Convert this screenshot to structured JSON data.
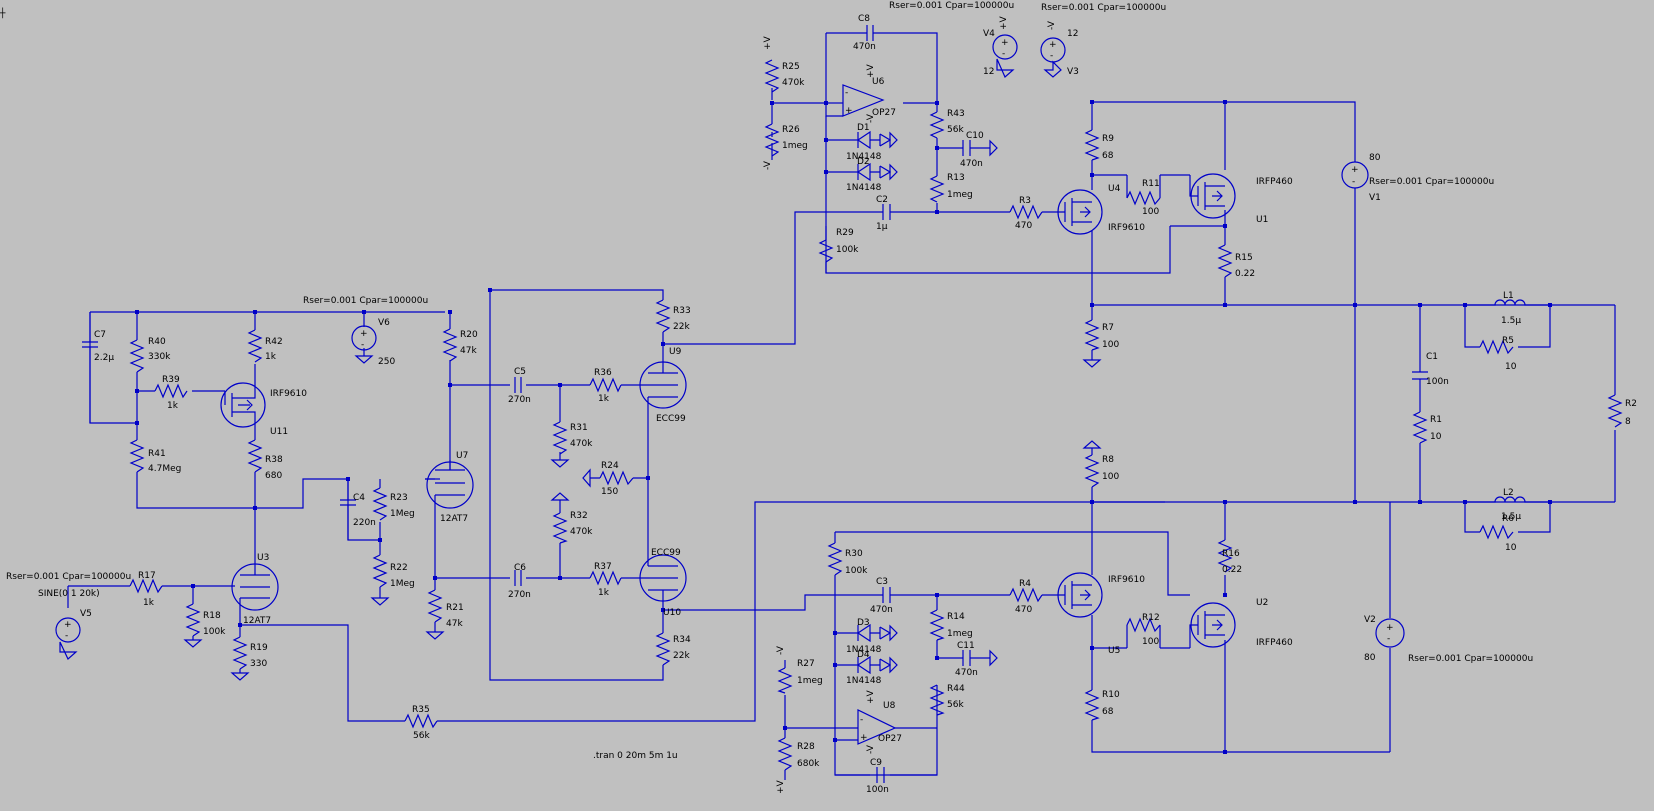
{
  "corner": "┼",
  "directive": ".tran 0 20m 5m 1u",
  "resistors": [
    {
      "name": "R40",
      "value": "330k"
    },
    {
      "name": "R42",
      "value": "1k"
    },
    {
      "name": "R39",
      "value": "1k"
    },
    {
      "name": "R41",
      "value": "4.7Meg"
    },
    {
      "name": "R38",
      "value": "680"
    },
    {
      "name": "R20",
      "value": "47k"
    },
    {
      "name": "R23",
      "value": "1Meg"
    },
    {
      "name": "R22",
      "value": "1Meg"
    },
    {
      "name": "R17",
      "value": "1k"
    },
    {
      "name": "R18",
      "value": "100k"
    },
    {
      "name": "R19",
      "value": "330"
    },
    {
      "name": "R21",
      "value": "47k"
    },
    {
      "name": "R35",
      "value": "56k"
    },
    {
      "name": "R36",
      "value": "1k"
    },
    {
      "name": "R31",
      "value": "470k"
    },
    {
      "name": "R33",
      "value": "22k"
    },
    {
      "name": "R24",
      "value": "150"
    },
    {
      "name": "R32",
      "value": "470k"
    },
    {
      "name": "R37",
      "value": "1k"
    },
    {
      "name": "R34",
      "value": "22k"
    },
    {
      "name": "R25",
      "value": "470k"
    },
    {
      "name": "R26",
      "value": "1meg"
    },
    {
      "name": "R43",
      "value": "56k"
    },
    {
      "name": "R13",
      "value": "1meg"
    },
    {
      "name": "R29",
      "value": "100k"
    },
    {
      "name": "R3",
      "value": "470"
    },
    {
      "name": "R9",
      "value": "68"
    },
    {
      "name": "R11",
      "value": "100"
    },
    {
      "name": "R15",
      "value": "0.22"
    },
    {
      "name": "R7",
      "value": "100"
    },
    {
      "name": "R5",
      "value": "10"
    },
    {
      "name": "R1",
      "value": "10"
    },
    {
      "name": "R2",
      "value": "8"
    },
    {
      "name": "R6",
      "value": "10"
    },
    {
      "name": "R8",
      "value": "100"
    },
    {
      "name": "R16",
      "value": "0.22"
    },
    {
      "name": "R30",
      "value": "100k"
    },
    {
      "name": "R14",
      "value": "1meg"
    },
    {
      "name": "R4",
      "value": "470"
    },
    {
      "name": "R12",
      "value": "100"
    },
    {
      "name": "R27",
      "value": "1meg"
    },
    {
      "name": "R28",
      "value": "680k"
    },
    {
      "name": "R44",
      "value": "56k"
    },
    {
      "name": "R10",
      "value": "68"
    }
  ],
  "capacitors": [
    {
      "name": "C7",
      "value": "2.2µ"
    },
    {
      "name": "C4",
      "value": "220n"
    },
    {
      "name": "C5",
      "value": "270n"
    },
    {
      "name": "C6",
      "value": "270n"
    },
    {
      "name": "C8",
      "value": "470n"
    },
    {
      "name": "C10",
      "value": "470n"
    },
    {
      "name": "C2",
      "value": "1µ"
    },
    {
      "name": "C1",
      "value": "100n"
    },
    {
      "name": "C3",
      "value": "470n"
    },
    {
      "name": "C11",
      "value": "470n"
    },
    {
      "name": "C9",
      "value": "100n"
    }
  ],
  "inductors": [
    {
      "name": "L1",
      "value": "1.5µ"
    },
    {
      "name": "L2",
      "value": "1.5µ"
    }
  ],
  "diodes": [
    {
      "name": "D1",
      "value": "1N4148"
    },
    {
      "name": "D2",
      "value": "1N4148"
    },
    {
      "name": "D3",
      "value": "1N4148"
    },
    {
      "name": "D4",
      "value": "1N4148"
    }
  ],
  "transistors": [
    {
      "name": "U11",
      "model": "IRF9610"
    },
    {
      "name": "U4",
      "model": "IRF9610"
    },
    {
      "name": "U1",
      "model": "IRFP460"
    },
    {
      "name": "U5",
      "model": "IRF9610"
    },
    {
      "name": "U2",
      "model": "IRFP460"
    }
  ],
  "tubes": [
    {
      "name": "U3",
      "model": "12AT7"
    },
    {
      "name": "U7",
      "model": "12AT7"
    },
    {
      "name": "U9",
      "model": "ECC99"
    },
    {
      "name": "U10",
      "model": "ECC99"
    }
  ],
  "opamps": [
    {
      "name": "U6",
      "model": "OP27"
    },
    {
      "name": "U8",
      "model": "OP27"
    }
  ],
  "sources": [
    {
      "name": "V6",
      "value": "250",
      "param": "Rser=0.001 Cpar=100000u"
    },
    {
      "name": "V5",
      "value": "SINE(0 1 20k)",
      "param": "Rser=0.001 Cpar=100000u"
    },
    {
      "name": "V4",
      "value": "12",
      "param": "Rser=0.001 Cpar=100000u"
    },
    {
      "name": "V3",
      "value": "12",
      "param": "Rser=0.001 Cpar=100000u"
    },
    {
      "name": "V1",
      "value": "80",
      "param": "Rser=0.001 Cpar=100000u"
    },
    {
      "name": "V2",
      "value": "80",
      "param": "Rser=0.001 Cpar=100000u"
    }
  ],
  "rails": {
    "plus": "+V",
    "minus": "-V"
  }
}
